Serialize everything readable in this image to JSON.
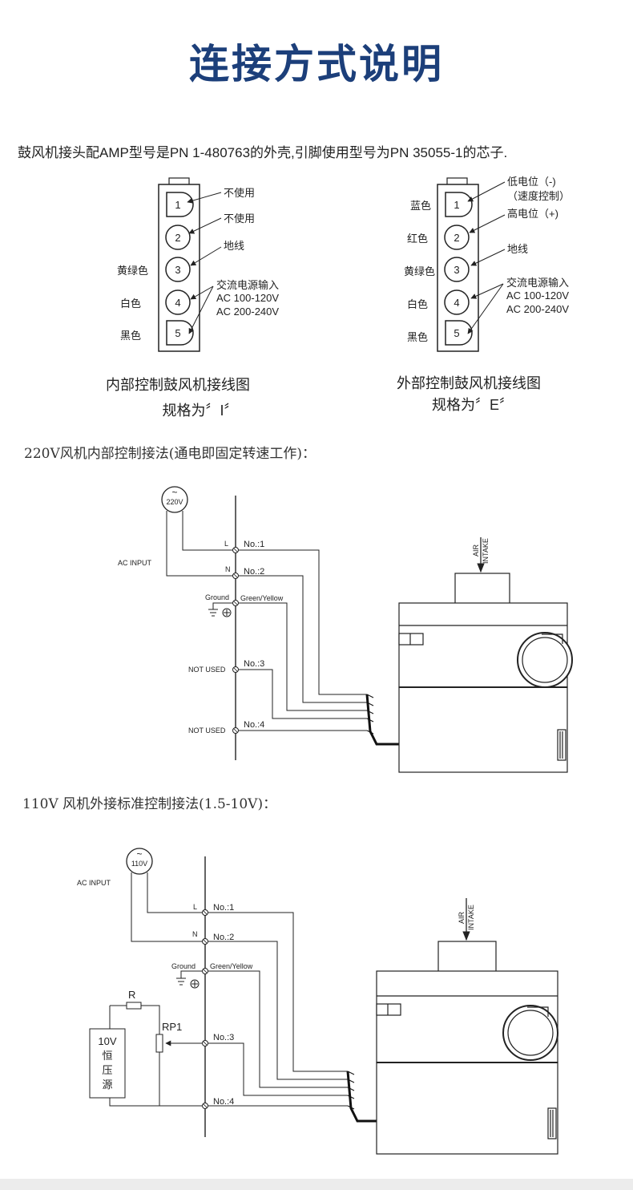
{
  "title": "连接方式说明",
  "intro": "鼓风机接头配AMP型号是PN 1-480763的外壳,引脚使用型号为PN 35055-1的芯子.",
  "connector_internal": {
    "pins": [
      "1",
      "2",
      "3",
      "4",
      "5"
    ],
    "wire_colors": [
      "黄绿色",
      "白色",
      "黑色"
    ],
    "notes": {
      "pin1": "不使用",
      "pin2": "不使用",
      "pin3": "地线",
      "pin45": [
        "交流电源输入",
        "AC 100-120V",
        "AC 200-240V"
      ]
    },
    "caption": "内部控制鼓风机接线图",
    "spec": "规格为〞I〞"
  },
  "connector_external": {
    "pins": [
      "1",
      "2",
      "3",
      "4",
      "5"
    ],
    "wire_colors": [
      "蓝色",
      "红色",
      "黄绿色",
      "白色",
      "黑色"
    ],
    "notes": {
      "pin1": [
        "低电位（-)",
        "（速度控制）"
      ],
      "pin2": "高电位（+)",
      "pin3": "地线",
      "pin45": [
        "交流电源输入",
        "AC 100-120V",
        "AC 200-240V"
      ]
    },
    "caption": "外部控制鼓风机接线图",
    "spec": "规格为〞E〞"
  },
  "section_220v": {
    "heading": "220V风机内部控制接法(通电即固定转速工作)：",
    "source": "220V",
    "ac_input": "AC INPUT",
    "terminals": [
      {
        "tag": "L",
        "label": "No.:1"
      },
      {
        "tag": "N",
        "label": "No.:2"
      },
      {
        "tag": "Ground",
        "label": "Green/Yellow"
      },
      {
        "tag": "NOT USED",
        "label": "No.:3"
      },
      {
        "tag": "NOT USED",
        "label": "No.:4"
      }
    ],
    "air_intake": [
      "AIR",
      "INTAKE"
    ]
  },
  "section_110v": {
    "heading": "110V 风机外接标准控制接法(1.5-10V)：",
    "source": "110V",
    "ac_input": "AC INPUT",
    "terminals": [
      {
        "tag": "L",
        "label": "No.:1"
      },
      {
        "tag": "N",
        "label": "No.:2"
      },
      {
        "tag": "Ground",
        "label": "Green/Yellow"
      },
      {
        "tag": "",
        "label": "No.:3"
      },
      {
        "tag": "",
        "label": "No.:4"
      }
    ],
    "resistor": "R",
    "potentiometer": "RP1",
    "supply": [
      "10V",
      "恒",
      "压",
      "源"
    ],
    "air_intake": [
      "AIR",
      "INTAKE"
    ]
  }
}
